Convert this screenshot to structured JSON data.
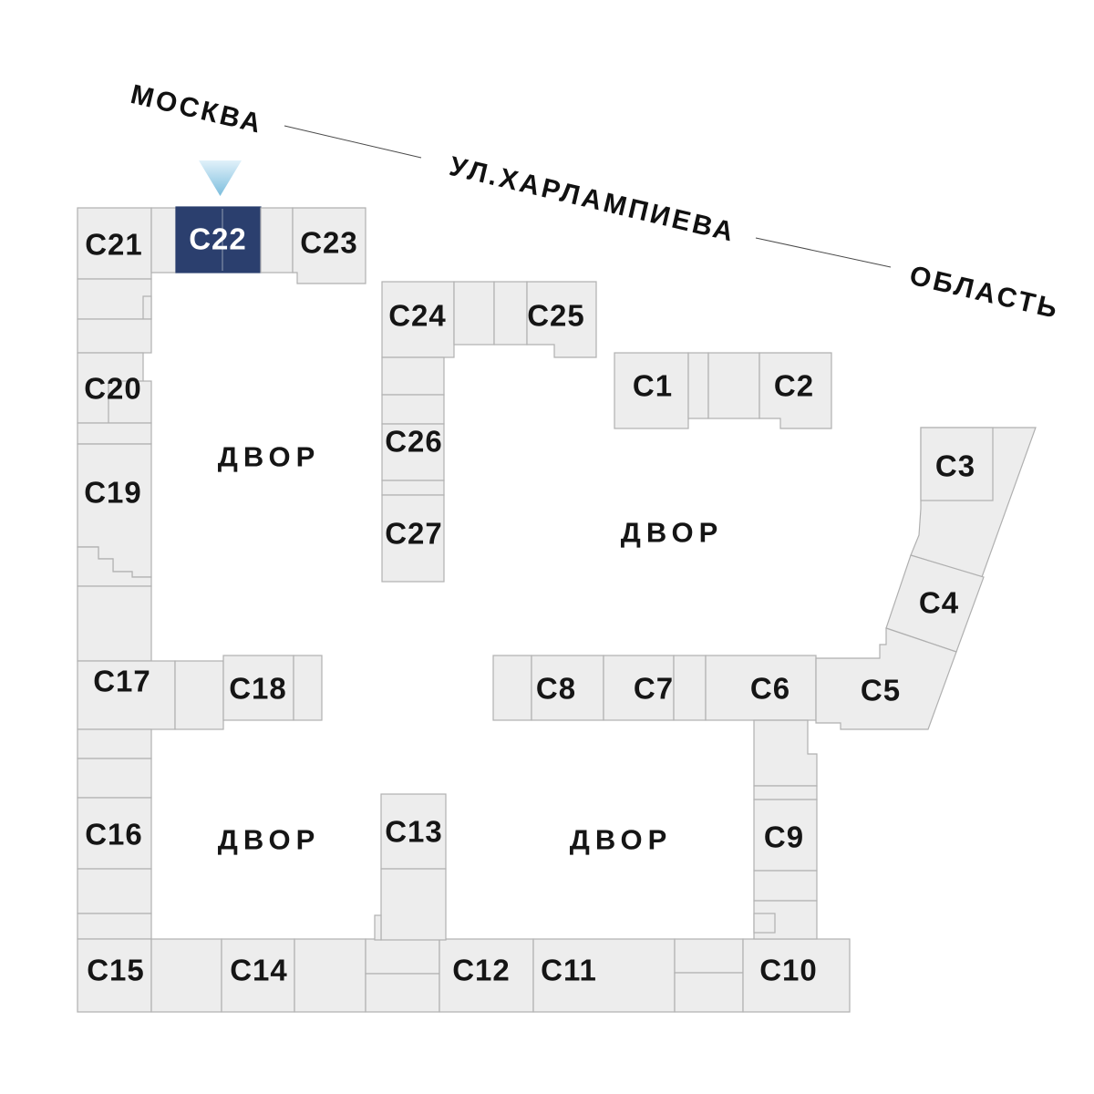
{
  "selected_block": "C22",
  "courtyard": "ДВОР",
  "streets": {
    "left_direction": "МОСКВА",
    "street_name": "УЛ.ХАРЛАМПИЕВА",
    "right_direction": "ОБЛАСТЬ"
  },
  "colors": {
    "block_fill": "#ededed",
    "block_border": "#b0b0b0",
    "selected_fill": "#2b3f6e",
    "selected_text": "#ffffff",
    "label": "#151515",
    "arrow_top": "#e1f1fa",
    "arrow_bottom": "#7cbedd"
  },
  "blocks": {
    "c1": "C1",
    "c2": "C2",
    "c3": "C3",
    "c4": "C4",
    "c5": "C5",
    "c6": "C6",
    "c7": "C7",
    "c8": "C8",
    "c9": "C9",
    "c10": "C10",
    "c11": "C11",
    "c12": "C12",
    "c13": "C13",
    "c14": "C14",
    "c15": "C15",
    "c16": "C16",
    "c17": "C17",
    "c18": "C18",
    "c19": "C19",
    "c20": "C20",
    "c21": "C21",
    "c22": "C22",
    "c23": "C23",
    "c24": "C24",
    "c25": "C25",
    "c26": "C26",
    "c27": "C27"
  }
}
